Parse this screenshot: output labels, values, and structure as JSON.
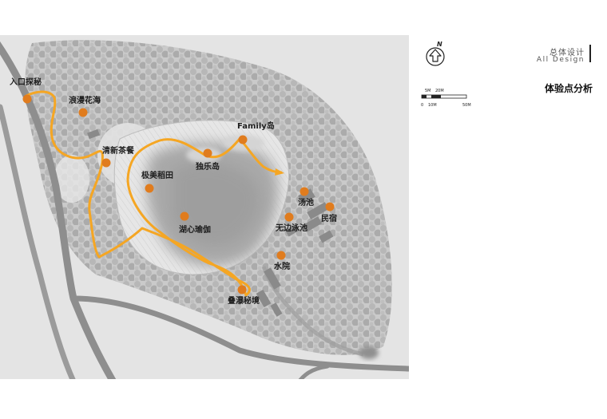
{
  "header": {
    "section_cn": "总体设计",
    "section_en": "All Design",
    "title": "体验点分析"
  },
  "compass": {
    "label": "N"
  },
  "scale_bar": {
    "upper_labels": [
      "5M",
      "20M"
    ],
    "lower_labels": [
      "0",
      "10M",
      "50M"
    ]
  },
  "colors": {
    "route": "#f5a623",
    "poi": "#e07c1e",
    "map_bg": "#dcdcdc",
    "road": "#8e8e8e",
    "lake": "#a9a9a9"
  },
  "points_of_interest": [
    {
      "label": "入口探秘"
    },
    {
      "label": "浪漫花海"
    },
    {
      "label": "清新茶餐"
    },
    {
      "label": "极美稻田"
    },
    {
      "label": "独乐岛"
    },
    {
      "label": "Family岛"
    },
    {
      "label": "湖心瑜伽"
    },
    {
      "label": "汤池"
    },
    {
      "label": "民宿"
    },
    {
      "label": "无边泳池"
    },
    {
      "label": "水院"
    },
    {
      "label": "叠瀑秘境"
    }
  ]
}
